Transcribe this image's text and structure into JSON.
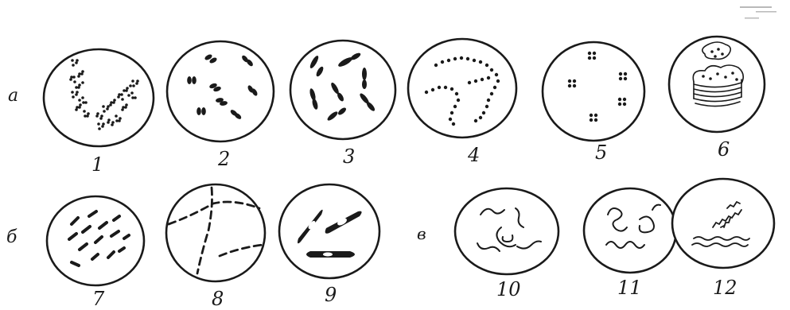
{
  "row_labels": {
    "a": "а",
    "b": "б",
    "v": "в"
  },
  "figure_numbers": [
    "1",
    "2",
    "3",
    "4",
    "5",
    "6",
    "7",
    "8",
    "9",
    "10",
    "11",
    "12"
  ]
}
